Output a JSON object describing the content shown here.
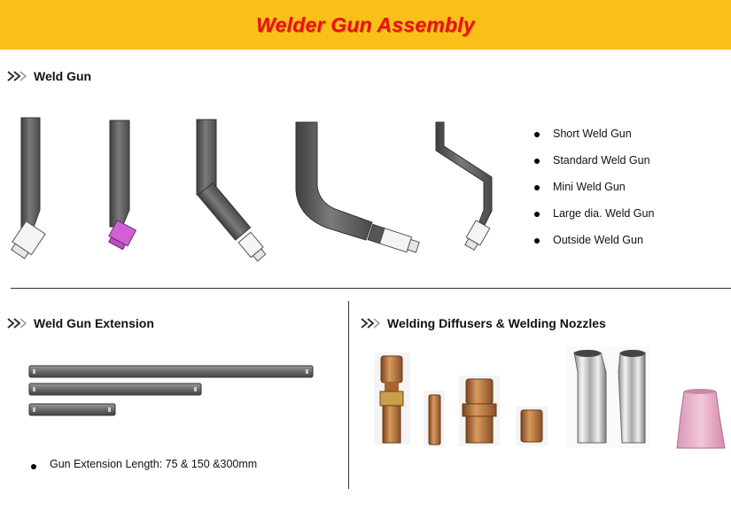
{
  "header": {
    "title": "Welder Gun Assembly"
  },
  "colors": {
    "banner": "#fbbf1a",
    "title_text": "#e8101a",
    "gun_gray": "#5e5e5e",
    "insulator_pink": "#d35fd6",
    "copper": "#b8703c",
    "chrome": "#d9d9d9",
    "ceramic_pink": "#e8b0c8"
  },
  "weld_gun": {
    "heading": "Weld Gun",
    "icon": "double-chevron-icon",
    "types": [
      "Short Weld Gun",
      "Standard Weld Gun",
      "Mini Weld Gun",
      "Large dia. Weld Gun",
      "Outside Weld Gun"
    ]
  },
  "extension": {
    "heading": "Weld Gun Extension",
    "icon": "double-chevron-icon",
    "note": "Gun Extension Length: 75 & 150 &300mm"
  },
  "consumables": {
    "heading": "Welding Diffusers & Welding Nozzles",
    "icon": "double-chevron-icon"
  }
}
